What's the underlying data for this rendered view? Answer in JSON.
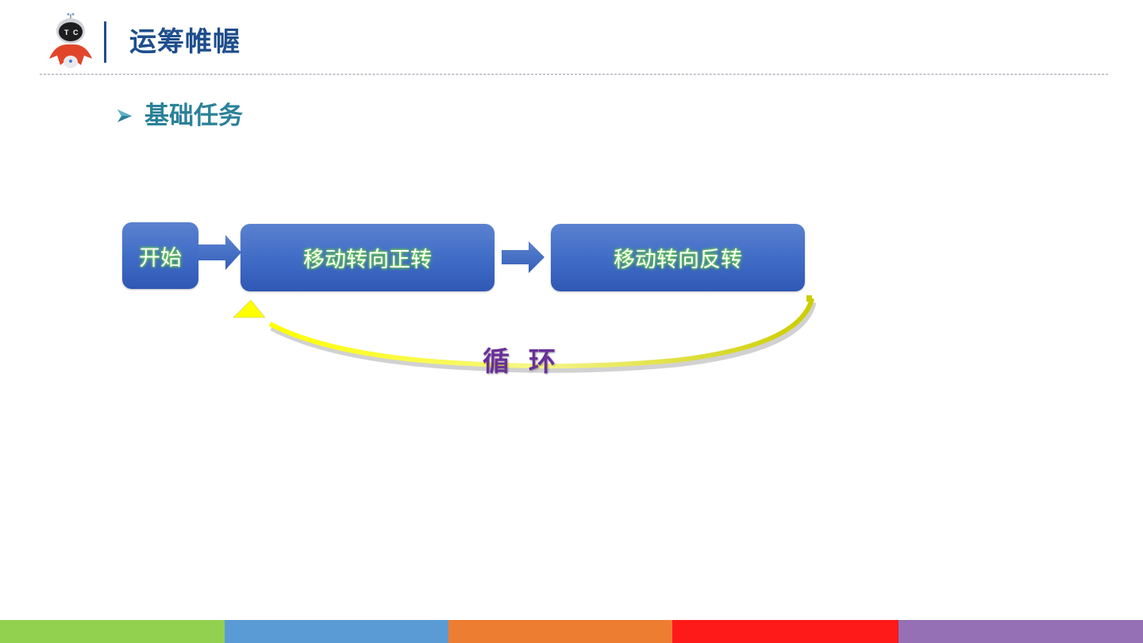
{
  "header": {
    "title": "运筹帷幄",
    "logo": "robot-mascot-icon",
    "logo_letters": [
      "T",
      "C"
    ]
  },
  "section": {
    "bullet": "arrowhead-bullet-icon",
    "title": "基础任务"
  },
  "flowchart": {
    "nodes": [
      {
        "id": "start",
        "label": "开始"
      },
      {
        "id": "forward",
        "label": "移动转向正转"
      },
      {
        "id": "reverse",
        "label": "移动转向反转"
      }
    ],
    "edges": [
      {
        "from": "start",
        "to": "forward"
      },
      {
        "from": "forward",
        "to": "reverse"
      },
      {
        "from": "reverse",
        "to": "forward",
        "label": "循 环"
      }
    ],
    "loop_label": "循 环"
  },
  "colors": {
    "title_blue": "#1f4e8c",
    "section_teal": "#2a8198",
    "box_blue": "#3f6bc6",
    "loop_yellow": "#f2f200",
    "loop_label_purple": "#6a2f98",
    "footer": [
      "#92d050",
      "#5b9bd5",
      "#ed7d31",
      "#ff1a1a",
      "#9670b4"
    ]
  }
}
